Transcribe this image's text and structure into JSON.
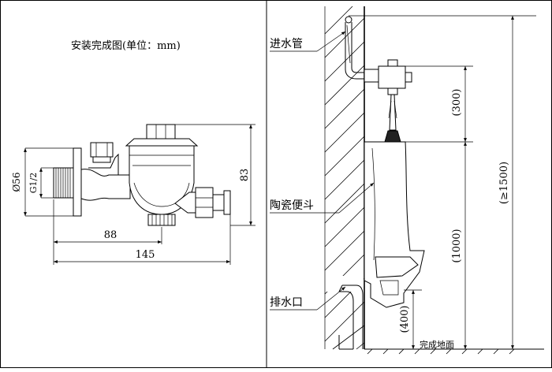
{
  "left_view": {
    "title": "安装完成图(单位：mm)",
    "dims": {
      "diameter": "Ø56",
      "thread": "G1/2",
      "height": "83",
      "inlet_to_outlet": "88",
      "total_length": "145"
    }
  },
  "right_view": {
    "labels": {
      "inlet_pipe": "进水管",
      "urinal": "陶瓷便斗",
      "drain": "排水口",
      "floor": "完成地面"
    },
    "dims": {
      "valve_height": "(300)",
      "urinal_height": "(1000)",
      "drain_height": "(400)",
      "total_height": "(≥1500)"
    }
  }
}
